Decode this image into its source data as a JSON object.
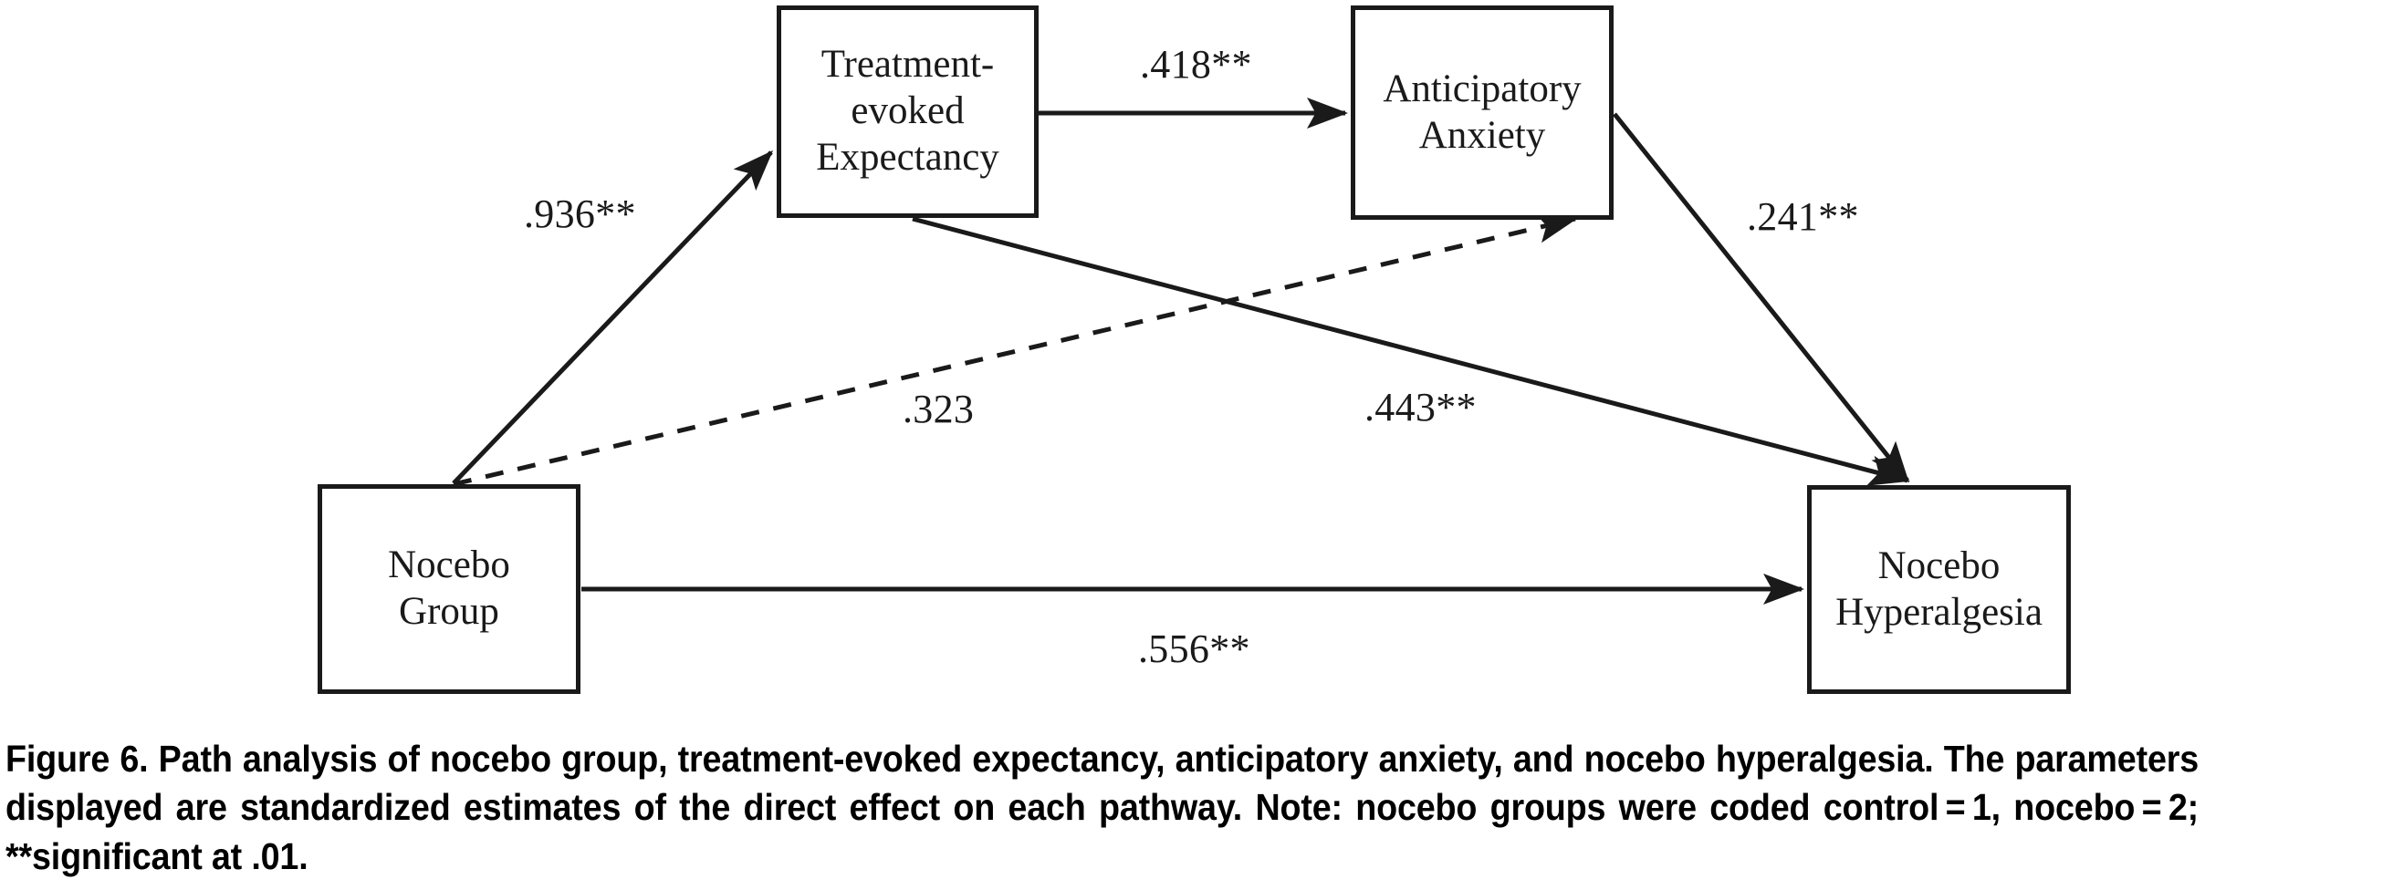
{
  "figure": {
    "caption_number": "Figure 6.",
    "caption_text": " Path analysis of nocebo group, treatment-evoked expectancy, anticipatory anxiety, and nocebo hyperalgesia. The parameters displayed are standardized estimates of the direct effect on each pathway. Note: nocebo groups were coded control = 1, nocebo = 2; **significant at .01."
  },
  "nodes": {
    "expectancy": {
      "label": "Treatment-\nevoked\nExpectancy"
    },
    "anxiety": {
      "label": "Anticipatory\nAnxiety"
    },
    "group": {
      "label": "Nocebo\nGroup"
    },
    "hyperalgesia": {
      "label": "Nocebo\nHyperalgesia"
    }
  },
  "paths": {
    "group_to_expectancy": {
      "label": ".936**",
      "style": "solid"
    },
    "expectancy_to_anxiety": {
      "label": ".418**",
      "style": "solid"
    },
    "anxiety_to_hyperalgesia": {
      "label": ".241**",
      "style": "solid"
    },
    "group_to_anxiety": {
      "label": ".323",
      "style": "dashed"
    },
    "expectancy_to_hyperalgesia": {
      "label": ".443**",
      "style": "solid"
    },
    "group_to_hyperalgesia": {
      "label": ".556**",
      "style": "solid"
    }
  },
  "chart_data": {
    "type": "diagram",
    "title": "Path analysis of nocebo group, treatment-evoked expectancy, anticipatory anxiety, and nocebo hyperalgesia",
    "nodes": [
      "Nocebo Group",
      "Treatment-evoked Expectancy",
      "Anticipatory Anxiety",
      "Nocebo Hyperalgesia"
    ],
    "edges": [
      {
        "from": "Nocebo Group",
        "to": "Treatment-evoked Expectancy",
        "value": 0.936,
        "label": ".936**",
        "significant": true,
        "style": "solid"
      },
      {
        "from": "Treatment-evoked Expectancy",
        "to": "Anticipatory Anxiety",
        "value": 0.418,
        "label": ".418**",
        "significant": true,
        "style": "solid"
      },
      {
        "from": "Anticipatory Anxiety",
        "to": "Nocebo Hyperalgesia",
        "value": 0.241,
        "label": ".241**",
        "significant": true,
        "style": "solid"
      },
      {
        "from": "Nocebo Group",
        "to": "Anticipatory Anxiety",
        "value": 0.323,
        "label": ".323",
        "significant": false,
        "style": "dashed"
      },
      {
        "from": "Treatment-evoked Expectancy",
        "to": "Nocebo Hyperalgesia",
        "value": 0.443,
        "label": ".443**",
        "significant": true,
        "style": "solid"
      },
      {
        "from": "Nocebo Group",
        "to": "Nocebo Hyperalgesia",
        "value": 0.556,
        "label": ".556**",
        "significant": true,
        "style": "solid"
      }
    ],
    "note": "nocebo groups were coded control = 1, nocebo = 2; **significant at .01",
    "value_type": "standardized direct effect estimates"
  },
  "colors": {
    "ink": "#1a1a1a",
    "background": "#ffffff"
  }
}
